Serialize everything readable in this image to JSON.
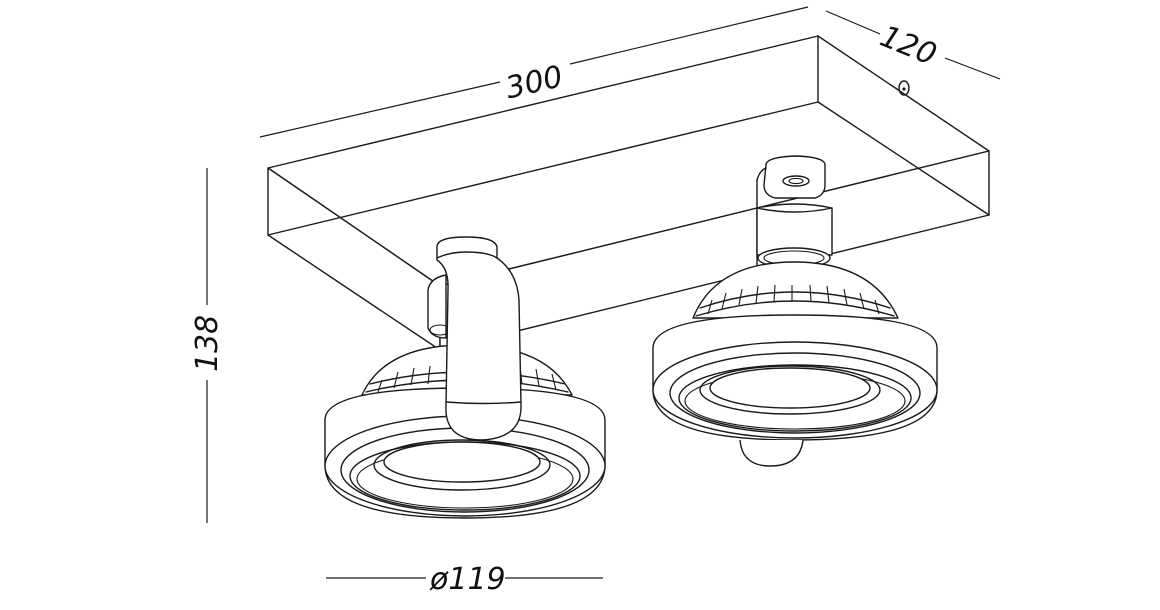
{
  "drawing": {
    "subject": "twin adjustable spotlight ceiling fixture",
    "units": "mm",
    "line_color": "#1a1a1a",
    "background": "#ffffff"
  },
  "dimensions": {
    "length": "300",
    "depth": "120",
    "height": "138",
    "diameter": "ø119"
  }
}
